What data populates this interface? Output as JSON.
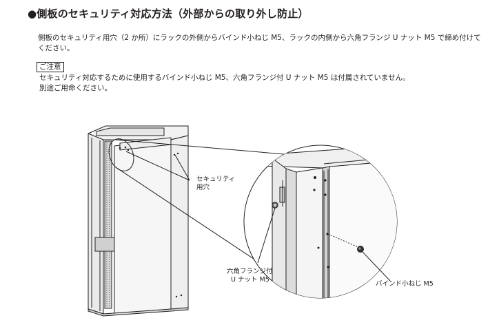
{
  "heading": "●側板のセキュリティ対応方法（外部からの取り外し防止）",
  "instruction": "側板のセキュリティ用穴（2 か所）にラックの外側からバインド小ねじ M5、ラックの内側から六角フランジ U ナット M5 で締め付けてください。",
  "note": {
    "label": "ご注意",
    "lines": [
      "セキュリティ対応するために使用するバインド小ねじ M5、六角フランジ付 U ナット M5 は付属されていません。",
      "別途ご用命ください。"
    ]
  },
  "figure": {
    "labels": {
      "security_hole": [
        "セキュリティ",
        "用穴"
      ],
      "hex_nut": [
        "六角フランジ付",
        "U ナット M5"
      ],
      "bind_screw": "バインド小ねじ M5"
    }
  }
}
